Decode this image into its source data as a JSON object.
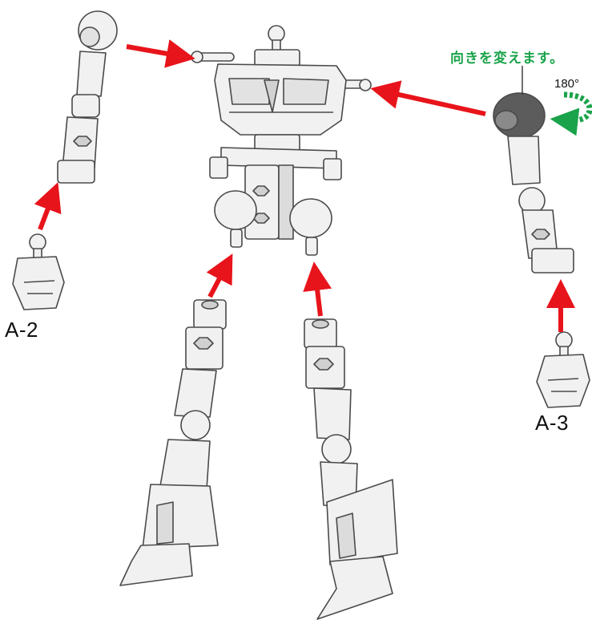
{
  "labels": {
    "part_left_hand": "A-2",
    "part_right_hand": "A-3",
    "note": "向きを変えます。",
    "rotation": "180°"
  },
  "colors": {
    "arrow": "#e8141b",
    "note_text": "#1aa34a",
    "rotate_arrow": "#1aa34a",
    "part_fill": "#f1f1f1",
    "part_stroke": "#4a4a4a",
    "shoulder_fill": "#5c5c5c"
  },
  "icons": [
    "red-arrow-icon",
    "rotate-180-icon"
  ]
}
